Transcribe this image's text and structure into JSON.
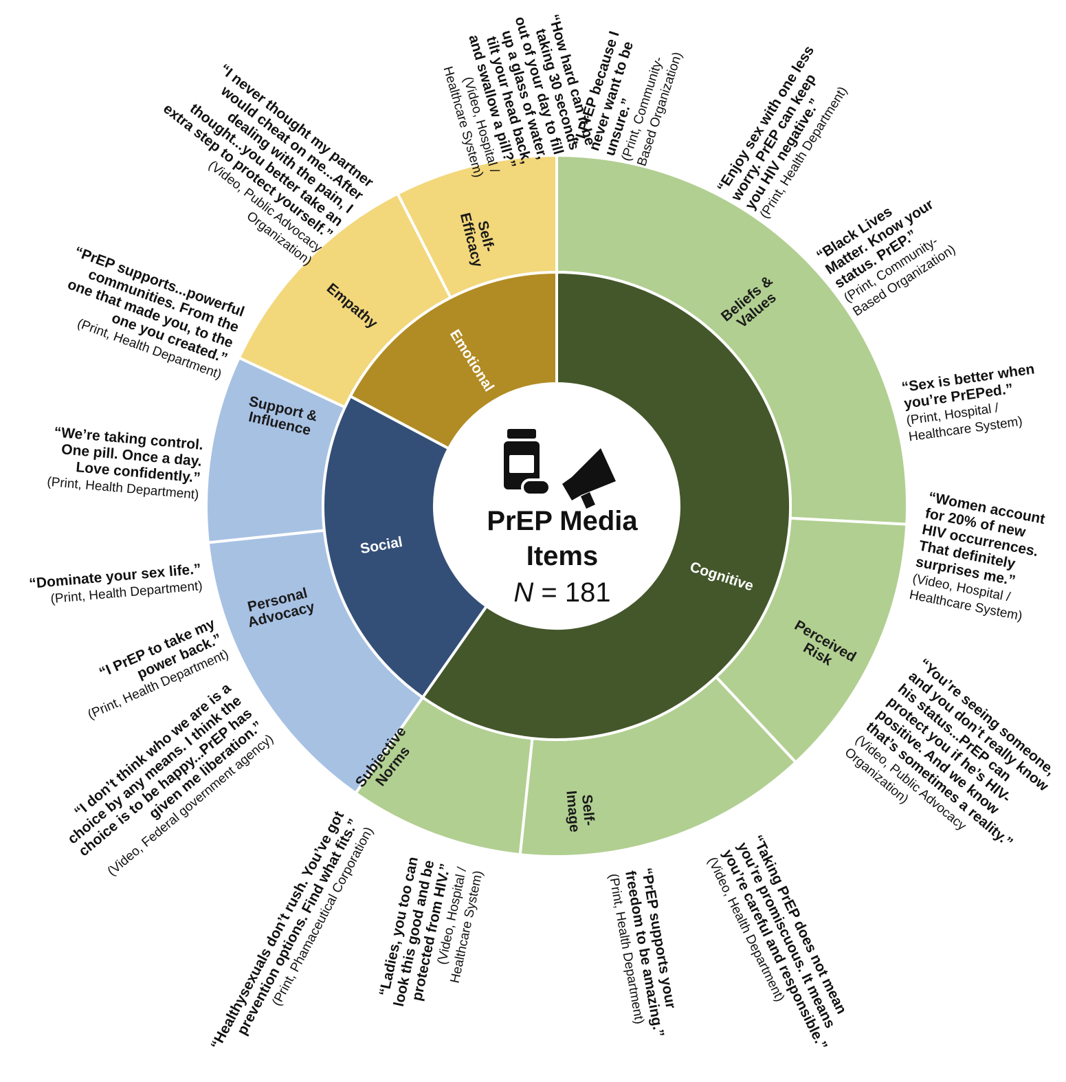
{
  "center": {
    "title_line1": "PrEP Media",
    "title_line2": "Items",
    "n_label": "N",
    "n_rest": " = 181",
    "icons": [
      "pill-bottle-icon",
      "megaphone-icon"
    ]
  },
  "colors": {
    "cognitive_inner": "#44572b",
    "cognitive_outer": "#b1cf91",
    "social_inner": "#344f77",
    "social_outer": "#a7c1e3",
    "emotional_inner": "#b18b23",
    "emotional_outer": "#f2d77b",
    "separator": "#ffffff"
  },
  "categories": [
    {
      "key": "cognitive",
      "label": "Cognitive"
    },
    {
      "key": "social",
      "label": "Social"
    },
    {
      "key": "emotional",
      "label": "Emotional"
    }
  ],
  "subcategories": [
    {
      "key": "beliefs",
      "category": "cognitive",
      "lines": [
        "Beliefs &",
        "Values"
      ]
    },
    {
      "key": "perceived",
      "category": "cognitive",
      "lines": [
        "Perceived",
        "Risk"
      ]
    },
    {
      "key": "selfimage",
      "category": "cognitive",
      "lines": [
        "Self-",
        "Image"
      ]
    },
    {
      "key": "subjective",
      "category": "cognitive",
      "lines": [
        "Subjective",
        "Norms"
      ]
    },
    {
      "key": "advocacy",
      "category": "social",
      "lines": [
        "Personal",
        "Advocacy"
      ]
    },
    {
      "key": "support",
      "category": "social",
      "lines": [
        "Support &",
        "Influence"
      ]
    },
    {
      "key": "empathy",
      "category": "emotional",
      "lines": [
        "Empathy"
      ]
    },
    {
      "key": "efficacy",
      "category": "emotional",
      "lines": [
        "Self-",
        "Efficacy"
      ]
    }
  ],
  "quotes": [
    {
      "key": "q1",
      "bold": [
        "“I PrEP because I",
        "never want to be",
        "unsure.”"
      ],
      "source": [
        "(Print, Community-",
        "Based Organization)"
      ]
    },
    {
      "key": "q2",
      "bold": [
        "“Enjoy sex with one less",
        "worry. PrEP can keep",
        "you HIV negative.”"
      ],
      "source": [
        "(Print, Health Department)"
      ]
    },
    {
      "key": "q3",
      "bold": [
        "“Black Lives",
        "Matter. Know your",
        "status. PrEP.”"
      ],
      "source": [
        "(Print, Community-",
        "Based Organization)"
      ]
    },
    {
      "key": "q4",
      "bold": [
        "“Sex is better when",
        "you’re PrEPed.”"
      ],
      "source": [
        "(Print, Hospital /",
        "Healthcare System)"
      ]
    },
    {
      "key": "q5",
      "bold": [
        "“Women account",
        "for 20% of new",
        "HIV occurrences.",
        "That definitely",
        "surprises me.”"
      ],
      "source": [
        "(Video, Hospital /",
        "Healthcare System)"
      ]
    },
    {
      "key": "q6",
      "bold": [
        "“You’re seeing someone,",
        "and you don’t really know",
        "his status...PrEP can",
        "protect you if he’s HIV-",
        "positive. And we know",
        "that’s sometimes a reality.”"
      ],
      "source": [
        "(Video, Public Advocacy",
        "Organization)"
      ]
    },
    {
      "key": "q7",
      "bold": [
        "“Taking PrEP does not mean",
        "you’re promiscuous. It means",
        "you’re careful and responsible.”"
      ],
      "source": [
        "(Video, Health Department)"
      ]
    },
    {
      "key": "q8",
      "bold": [
        "“PrEP supports your",
        "freedom to be amazing.”"
      ],
      "source": [
        "(Print, Health Department)"
      ]
    },
    {
      "key": "q9",
      "bold": [
        "“Ladies, you too can",
        "look this good and be",
        "protected from HIV.”"
      ],
      "source": [
        "(Video, Hospital /",
        "Healthcare System)"
      ]
    },
    {
      "key": "q10",
      "bold": [
        "“Healthysexuals don’t rush. You’ve got",
        "prevention options. Find what fits.”"
      ],
      "source": [
        "(Print, Phamaceutical Corporation)"
      ]
    },
    {
      "key": "q11",
      "bold": [
        "“I don’t think who we are is a",
        "choice by any means. I think the",
        "choice is to be happy...PrEP has",
        "given me liberation.”"
      ],
      "source": [
        "(Video, Federal government agency)"
      ]
    },
    {
      "key": "q12",
      "bold": [
        "“I PrEP to take my",
        "power back.”"
      ],
      "source": [
        "(Print, Health Department)"
      ]
    },
    {
      "key": "q13",
      "bold": [
        "“Dominate your sex life.”"
      ],
      "source": [
        "(Print, Health Department)"
      ]
    },
    {
      "key": "q14",
      "bold": [
        "“We’re taking control.",
        "One pill. Once a day.",
        "Love confidently.”"
      ],
      "source": [
        "(Print, Health Department)"
      ]
    },
    {
      "key": "q15",
      "bold": [
        "“PrEP supports...powerful",
        "communities. From the",
        "one that made you, to the",
        "one you created.”"
      ],
      "source": [
        "(Print, Health Department)"
      ]
    },
    {
      "key": "q16",
      "bold": [
        "“I never thought my partner",
        "would cheat on me...After",
        "dealing with the pain, I",
        "thought...you better take an",
        "extra step to protect yourself.”"
      ],
      "source": [
        "(Video, Public Advocacy",
        "Organization)"
      ]
    },
    {
      "key": "q17",
      "bold": [
        "“How hard can it be",
        "taking 30 seconds",
        "out of your day to fill",
        "up a glass of water,",
        "tilt your head back,",
        "and swallow a pill?”"
      ],
      "source": [
        "(Video, Hospital /",
        "Healthcare System)"
      ]
    }
  ]
}
